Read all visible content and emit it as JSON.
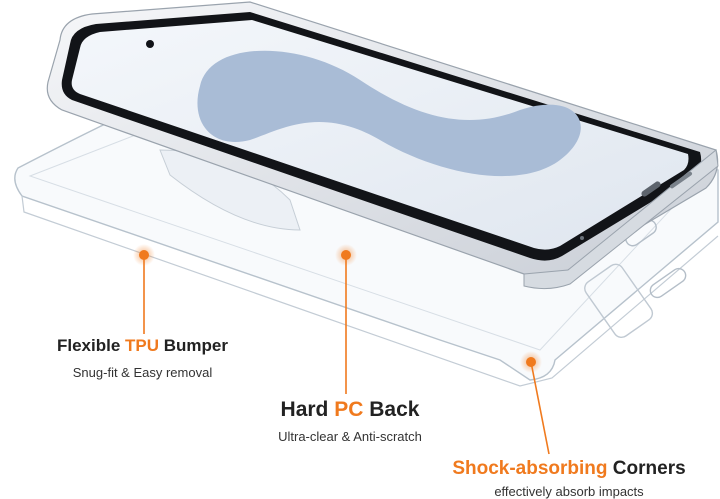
{
  "colors": {
    "accent": "#f07a1e",
    "text": "#222222",
    "screen": "#a9bcd6",
    "frame": "#e9ecf0"
  },
  "callouts": [
    {
      "pre": "Flexible ",
      "accent": "TPU",
      "post": " Bumper",
      "subtitle": "Snug-fit & Easy removal"
    },
    {
      "pre": "Hard ",
      "accent": "PC",
      "post": " Back",
      "subtitle": "Ultra-clear & Anti-scratch"
    },
    {
      "pre": "",
      "accent": "Shock-absorbing",
      "post": " Corners",
      "subtitle": "effectively absorb impacts"
    }
  ]
}
